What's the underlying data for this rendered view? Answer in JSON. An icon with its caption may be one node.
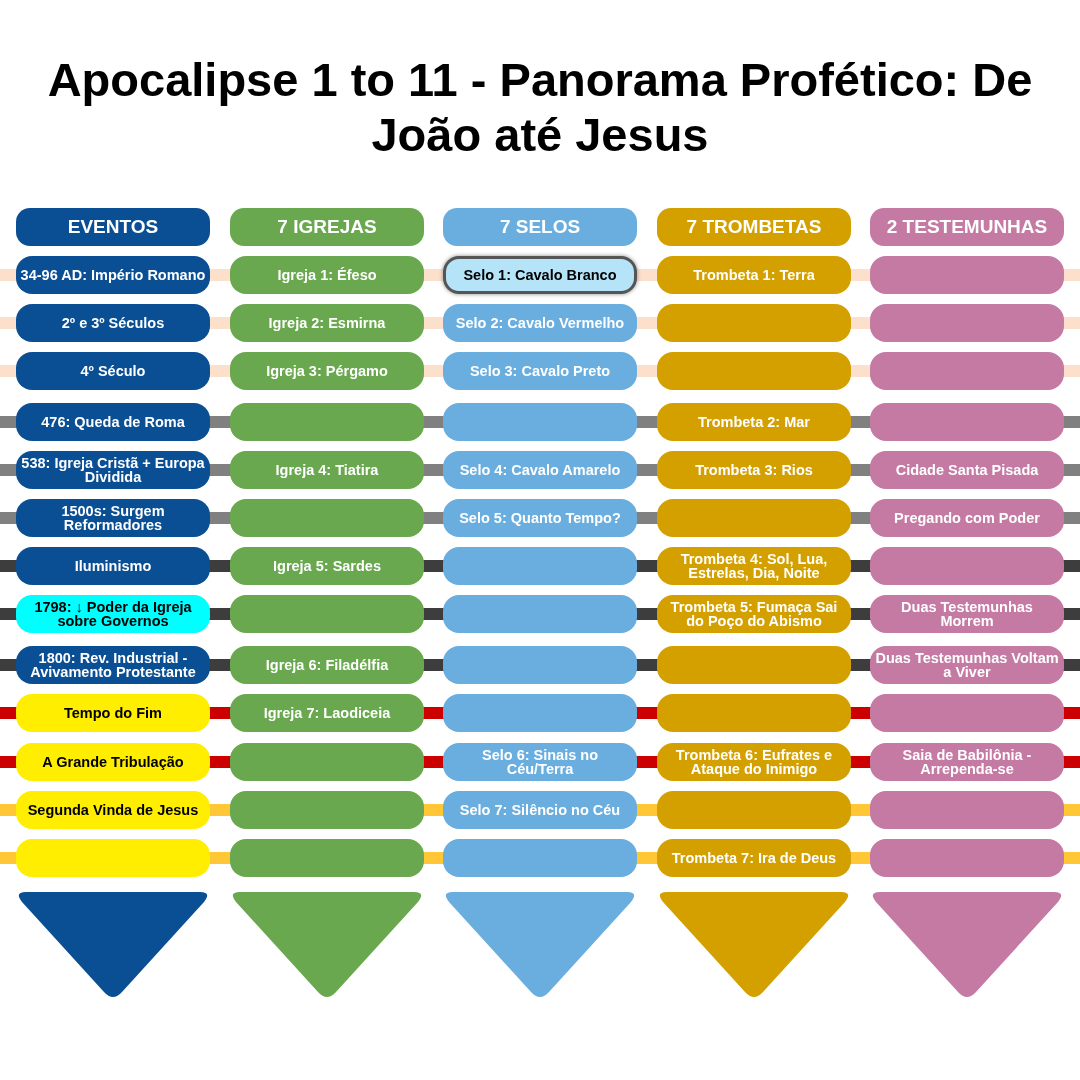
{
  "diagram": {
    "title": "Apocalipse 1 to 11 - Panorama Profético: De João até Jesus",
    "nodes": [
      {
        "text": [
          "EVENTOS"
        ]
      },
      {
        "text": [
          "7 IGREJAS"
        ]
      },
      {
        "text": [
          "7 SELOS"
        ]
      },
      {
        "text": [
          "7 TROMBETAS"
        ]
      },
      {
        "text": [
          "2 TESTEMUNHAS"
        ]
      },
      {
        "text": [
          "34-96 AD: Império Romano"
        ]
      },
      {
        "text": [
          "Igreja 1: Éfeso"
        ]
      },
      {
        "text": [
          "Selo 1: Cavalo Branco"
        ]
      },
      {
        "text": [
          "Trombeta 1: Terra"
        ]
      },
      {
        "text": [],
        "shape": "box"
      },
      {
        "text": [
          "2º e 3º Séculos"
        ]
      },
      {
        "text": [
          "Igreja 2: Esmirna"
        ]
      },
      {
        "text": [
          "Selo 2: Cavalo Vermelho"
        ]
      },
      {
        "text": [],
        "shape": "box"
      },
      {
        "text": [],
        "shape": "box"
      },
      {
        "text": [
          "4º Século"
        ]
      },
      {
        "text": [
          "Igreja 3: Pérgamo"
        ]
      },
      {
        "text": [
          "Selo 3: Cavalo Preto"
        ]
      },
      {
        "text": [],
        "shape": "box"
      },
      {
        "text": [],
        "shape": "box"
      },
      {
        "text": [
          "476: Queda de Roma"
        ]
      },
      {
        "text": [],
        "shape": "box"
      },
      {
        "text": [],
        "shape": "box"
      },
      {
        "text": [
          "Trombeta 2: Mar"
        ]
      },
      {
        "text": [],
        "shape": "box"
      },
      {
        "text": [
          "538: Igreja Cristã + Europa Dividida"
        ]
      },
      {
        "text": [
          "Igreja 4: Tiatira"
        ]
      },
      {
        "text": [
          "Selo 4: Cavalo Amarelo"
        ]
      },
      {
        "text": [
          "Trombeta 3: Rios"
        ]
      },
      {
        "text": [
          "Cidade Santa Pisada"
        ]
      },
      {
        "text": [
          "1500s: Surgem Reformadores"
        ]
      },
      {
        "text": [],
        "shape": "box"
      },
      {
        "text": [
          "Selo 5: Quanto Tempo?"
        ]
      },
      {
        "text": [],
        "shape": "box"
      },
      {
        "text": [
          "Pregando com Poder"
        ]
      },
      {
        "text": [
          "Iluminismo"
        ]
      },
      {
        "text": [
          "Igreja 5: Sardes"
        ]
      },
      {
        "text": [],
        "shape": "box"
      },
      {
        "text": [
          "Trombeta 4: Sol, Lua, Estrelas, Dia, Noite"
        ]
      },
      {
        "text": [],
        "shape": "box"
      },
      {
        "text": [
          "1798: ↓ Poder da Igreja sobre Governos"
        ]
      },
      {
        "text": [],
        "shape": "box"
      },
      {
        "text": [],
        "shape": "box"
      },
      {
        "text": [
          "Trombeta 5: Fumaça Sai do Poço do Abismo"
        ]
      },
      {
        "text": [
          "Duas Testemunhas Morrem"
        ]
      },
      {
        "text": [
          "1800: Rev. Industrial - Avivamento Protestante"
        ]
      },
      {
        "text": [
          "Igreja 6: Filadélfia"
        ]
      },
      {
        "text": [],
        "shape": "box"
      },
      {
        "text": [],
        "shape": "box"
      },
      {
        "text": [
          "Duas Testemunhas Voltam a Viver"
        ]
      },
      {
        "text": [
          "Tempo do Fim"
        ]
      },
      {
        "text": [
          "Igreja 7: Laodiceia"
        ]
      },
      {
        "text": [],
        "shape": "box"
      },
      {
        "text": [],
        "shape": "box"
      },
      {
        "text": [],
        "shape": "box"
      },
      {
        "text": [
          "A Grande Tribulação"
        ]
      },
      {
        "text": [],
        "shape": "box"
      },
      {
        "text": [
          "Selo 6: Sinais no Céu/Terra"
        ]
      },
      {
        "text": [
          "Trombeta 6: Eufrates e Ataque do Inimigo"
        ]
      },
      {
        "text": [
          "Saia de Babilônia - Arrependa-se"
        ]
      },
      {
        "text": [
          "Segunda Vinda de Jesus"
        ]
      },
      {
        "text": [],
        "shape": "box"
      },
      {
        "text": [
          "Selo 7: Silêncio no Céu"
        ]
      },
      {
        "text": [],
        "shape": "box"
      },
      {
        "text": [],
        "shape": "box"
      },
      {
        "text": [],
        "shape": "box"
      },
      {
        "text": [],
        "shape": "box"
      },
      {
        "text": [],
        "shape": "box"
      },
      {
        "text": [
          "Trombeta 7: Ira de Deus"
        ]
      },
      {
        "text": [],
        "shape": "box"
      },
      {
        "text": [],
        "shape": "triangle"
      },
      {
        "text": [],
        "shape": "triangle"
      },
      {
        "text": [],
        "shape": "triangle"
      },
      {
        "text": [],
        "shape": "triangle"
      },
      {
        "text": [],
        "shape": "triangle"
      }
    ]
  }
}
